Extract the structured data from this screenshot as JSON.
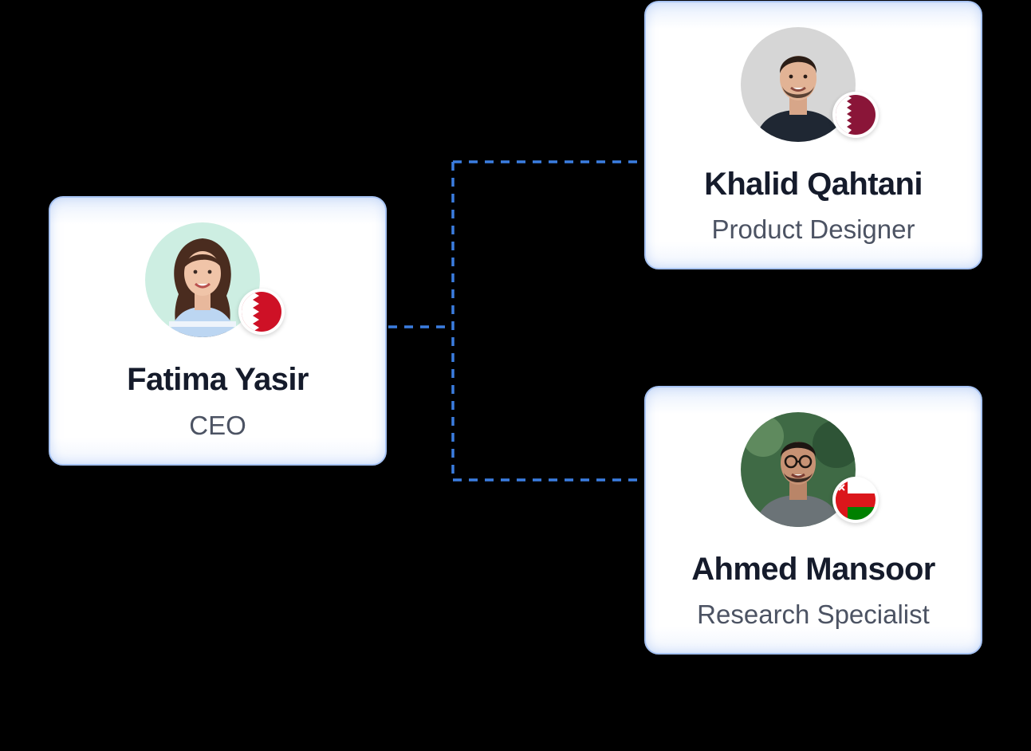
{
  "colors": {
    "connector": "#3b7de0",
    "card_border": "#a7c3f3",
    "name_text": "#151b2b",
    "role_text": "#4c5363",
    "background": "#000000"
  },
  "org_chart": {
    "root": {
      "name": "Fatima Yasir",
      "role": "CEO",
      "flag_icon": "bahrain-flag-icon"
    },
    "reports": [
      {
        "name": "Khalid Qahtani",
        "role": "Product Designer",
        "flag_icon": "qatar-flag-icon"
      },
      {
        "name": "Ahmed Mansoor",
        "role": "Research Specialist",
        "flag_icon": "oman-flag-icon"
      }
    ]
  }
}
